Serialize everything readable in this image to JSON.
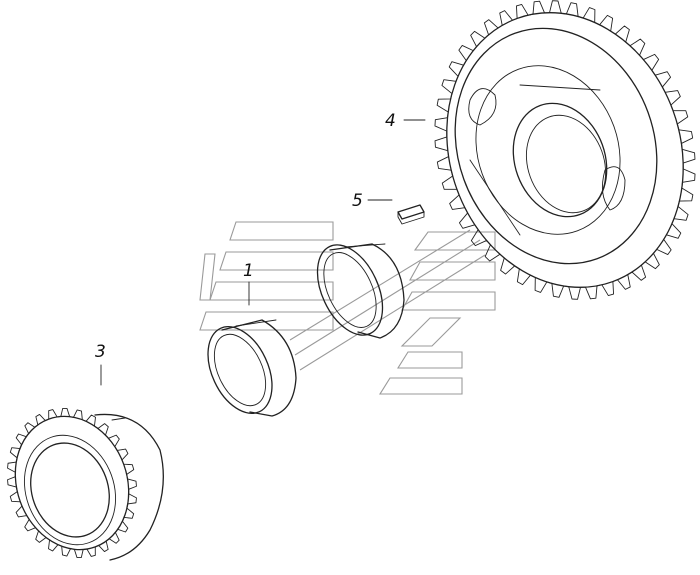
{
  "callouts": {
    "part_1": "1",
    "part_3": "3",
    "part_4": "4",
    "part_5": "5"
  },
  "colors": {
    "ink": "#222222",
    "watermark": "#9a9a9a",
    "background": "#ffffff"
  },
  "icons": {
    "watermark": "stripes-logo-watermark"
  }
}
